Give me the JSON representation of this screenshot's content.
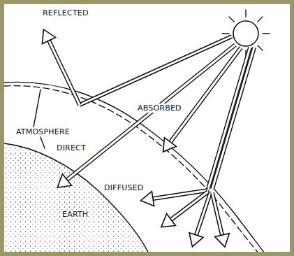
{
  "diagram": {
    "labels": [
      "REFLECTED",
      "ATMOSPHERE",
      "DIRECT",
      "ABSORBED",
      "DIFFUSED",
      "EARTH"
    ]
  }
}
